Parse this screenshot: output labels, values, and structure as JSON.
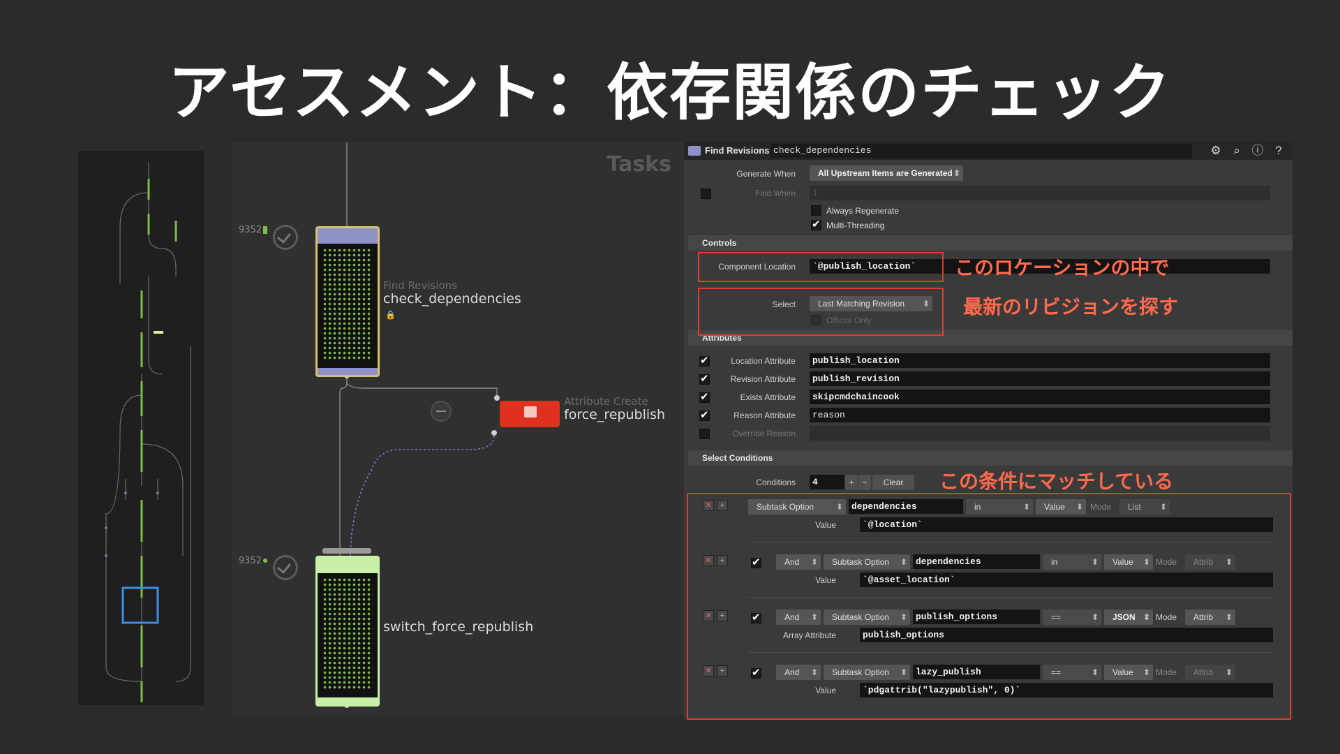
{
  "slide": {
    "title": "アセスメント：依存関係のチェック"
  },
  "network": {
    "context_label": "Tasks",
    "nodes": [
      {
        "type": "Find Revisions",
        "name": "check_dependencies",
        "work_items": "9352"
      },
      {
        "type": "Attribute Create",
        "name": "force_republish"
      },
      {
        "type": "",
        "name": "switch_force_republish",
        "work_items": "9352"
      }
    ]
  },
  "panel": {
    "node_type": "Find Revisions",
    "node_name": "check_dependencies",
    "header_icons": [
      "gear-icon",
      "search-icon",
      "info-icon",
      "help-icon"
    ],
    "generate_when": {
      "label": "Generate When",
      "value": "All Upstream Items are Generated"
    },
    "find_when": {
      "label": "Find When",
      "value": "1"
    },
    "always_regenerate": {
      "label": "Always Regenerate",
      "checked": false
    },
    "multi_threading": {
      "label": "Multi-Threading",
      "checked": true
    },
    "controls_section": "Controls",
    "component_location": {
      "label": "Component Location",
      "value": "`@publish_location`"
    },
    "select": {
      "label": "Select",
      "value": "Last Matching Revision"
    },
    "official_only": {
      "label": "Official Only",
      "checked": false
    },
    "attributes_section": "Attributes",
    "attributes": [
      {
        "label": "Location Attribute",
        "value": "publish_location",
        "checked": true
      },
      {
        "label": "Revision Attribute",
        "value": "publish_revision",
        "checked": true
      },
      {
        "label": "Exists Attribute",
        "value": "skipcmdchaincook",
        "checked": true
      },
      {
        "label": "Reason Attribute",
        "value": "reason",
        "checked": true
      },
      {
        "label": "Override Reason",
        "value": "",
        "checked": false
      }
    ],
    "select_conditions_section": "Select Conditions",
    "conditions": {
      "label": "Conditions",
      "count": "4",
      "plus": "+",
      "minus": "−",
      "clear": "Clear"
    },
    "condition_rows": [
      {
        "enabled_checkbox": false,
        "combiner": "",
        "source": "Subtask Option",
        "attr": "dependencies",
        "op": "in",
        "vtype": "Value",
        "mode_label": "Mode",
        "mode": "List",
        "value_label": "Value",
        "value": "`@location`"
      },
      {
        "enabled_checkbox": true,
        "combiner": "And",
        "source": "Subtask Option",
        "attr": "dependencies",
        "op": "in",
        "vtype": "Value",
        "mode_label": "Mode",
        "mode": "Attrib",
        "value_label": "Value",
        "value": "`@asset_location`"
      },
      {
        "enabled_checkbox": true,
        "combiner": "And",
        "source": "Subtask Option",
        "attr": "publish_options",
        "op": "==",
        "vtype": "JSON",
        "mode_label": "Mode",
        "mode": "Attrib",
        "value_label": "Array Attribute",
        "value": "publish_options"
      },
      {
        "enabled_checkbox": true,
        "combiner": "And",
        "source": "Subtask Option",
        "attr": "lazy_publish",
        "op": "==",
        "vtype": "Value",
        "mode_label": "Mode",
        "mode": "Attrib",
        "value_label": "Value",
        "value": "`pdgattrib(\"lazypublish\", 0)`"
      }
    ]
  },
  "annotations": {
    "location": "このロケーションの中で",
    "select": "最新のリビジョンを探す",
    "conditions": "この条件にマッチしている",
    "color": "#e03b2d"
  }
}
